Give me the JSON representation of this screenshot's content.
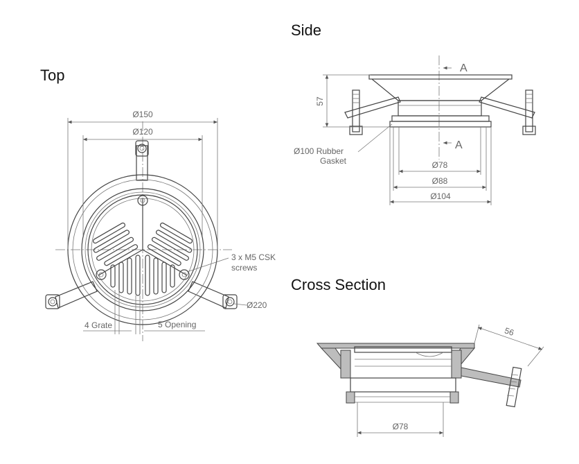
{
  "titles": {
    "top": "Top",
    "side": "Side",
    "cross_section": "Cross Section"
  },
  "top_view": {
    "dim_outer": "Ø150",
    "dim_inner": "Ø120",
    "dim_clamp": "Ø220",
    "screws_line1": "3 x M5 CSK",
    "screws_line2": "screws",
    "grate": "4 Grate",
    "opening": "5 Opening"
  },
  "side_view": {
    "height": "57",
    "section_a_top": "A",
    "section_a_bottom": "A",
    "gasket_line1": "Ø100 Rubber",
    "gasket_line2": "Gasket",
    "dim_78": "Ø78",
    "dim_88": "Ø88",
    "dim_104": "Ø104"
  },
  "cross_section": {
    "dim_56": "56",
    "dim_78": "Ø78"
  }
}
